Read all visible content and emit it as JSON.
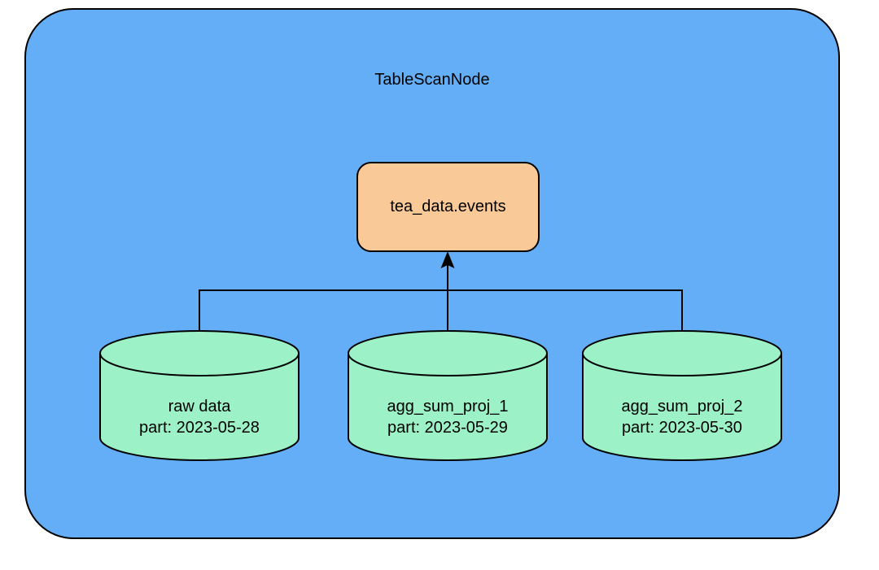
{
  "diagram": {
    "title": "TableScanNode",
    "table_node": {
      "label": "tea_data.events"
    },
    "partitions": [
      {
        "label": "raw data",
        "partition": "part: 2023-05-28"
      },
      {
        "label": "agg_sum_proj_1",
        "partition": "part: 2023-05-29"
      },
      {
        "label": "agg_sum_proj_2",
        "partition": "part: 2023-05-30"
      }
    ],
    "colors": {
      "background": "#FFFFFF",
      "container_fill": "#63AEF7",
      "table_node_fill": "#F9CA98",
      "cylinder_fill": "#9CF2C6",
      "stroke": "#000000",
      "text": "#000000"
    }
  }
}
